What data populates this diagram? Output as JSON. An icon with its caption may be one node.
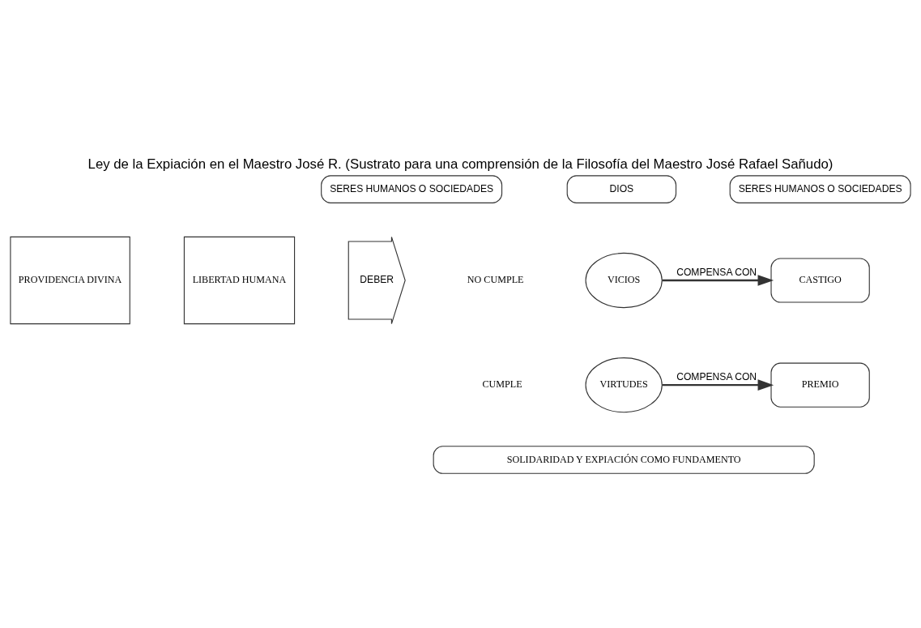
{
  "diagram": {
    "title": "Ley de la Expiación en el Maestro José R. (Sustrato para una comprensión de la Filosofía del Maestro José Rafael Sañudo)",
    "nodes": [
      {
        "text": [
          "SERES HUMANOS O SOCIEDADES"
        ]
      },
      {
        "text": [
          "DIOS"
        ]
      },
      {
        "text": [
          "SERES HUMANOS O SOCIEDADES"
        ]
      },
      {
        "text": [
          "PROVIDENCIA DIVINA"
        ]
      },
      {
        "text": [
          "LIBERTAD HUMANA"
        ]
      },
      {
        "text": [
          "DEBER"
        ]
      },
      {
        "text": [
          "VICIOS"
        ]
      },
      {
        "text": [
          "CASTIGO"
        ]
      },
      {
        "text": [
          "VIRTUDES"
        ]
      },
      {
        "text": [
          "PREMIO"
        ]
      },
      {
        "text": [
          "SOLIDARIDAD Y EXPIACIÓN COMO FUNDAMENTO"
        ]
      }
    ],
    "edges": [
      {
        "from": 6,
        "to": 7,
        "arrow": "to",
        "label": "COMPENSA CON"
      },
      {
        "from": 8,
        "to": 9,
        "arrow": "to",
        "label": "COMPENSA CON"
      }
    ],
    "labels": [
      "NO CUMPLE",
      "CUMPLE"
    ]
  }
}
